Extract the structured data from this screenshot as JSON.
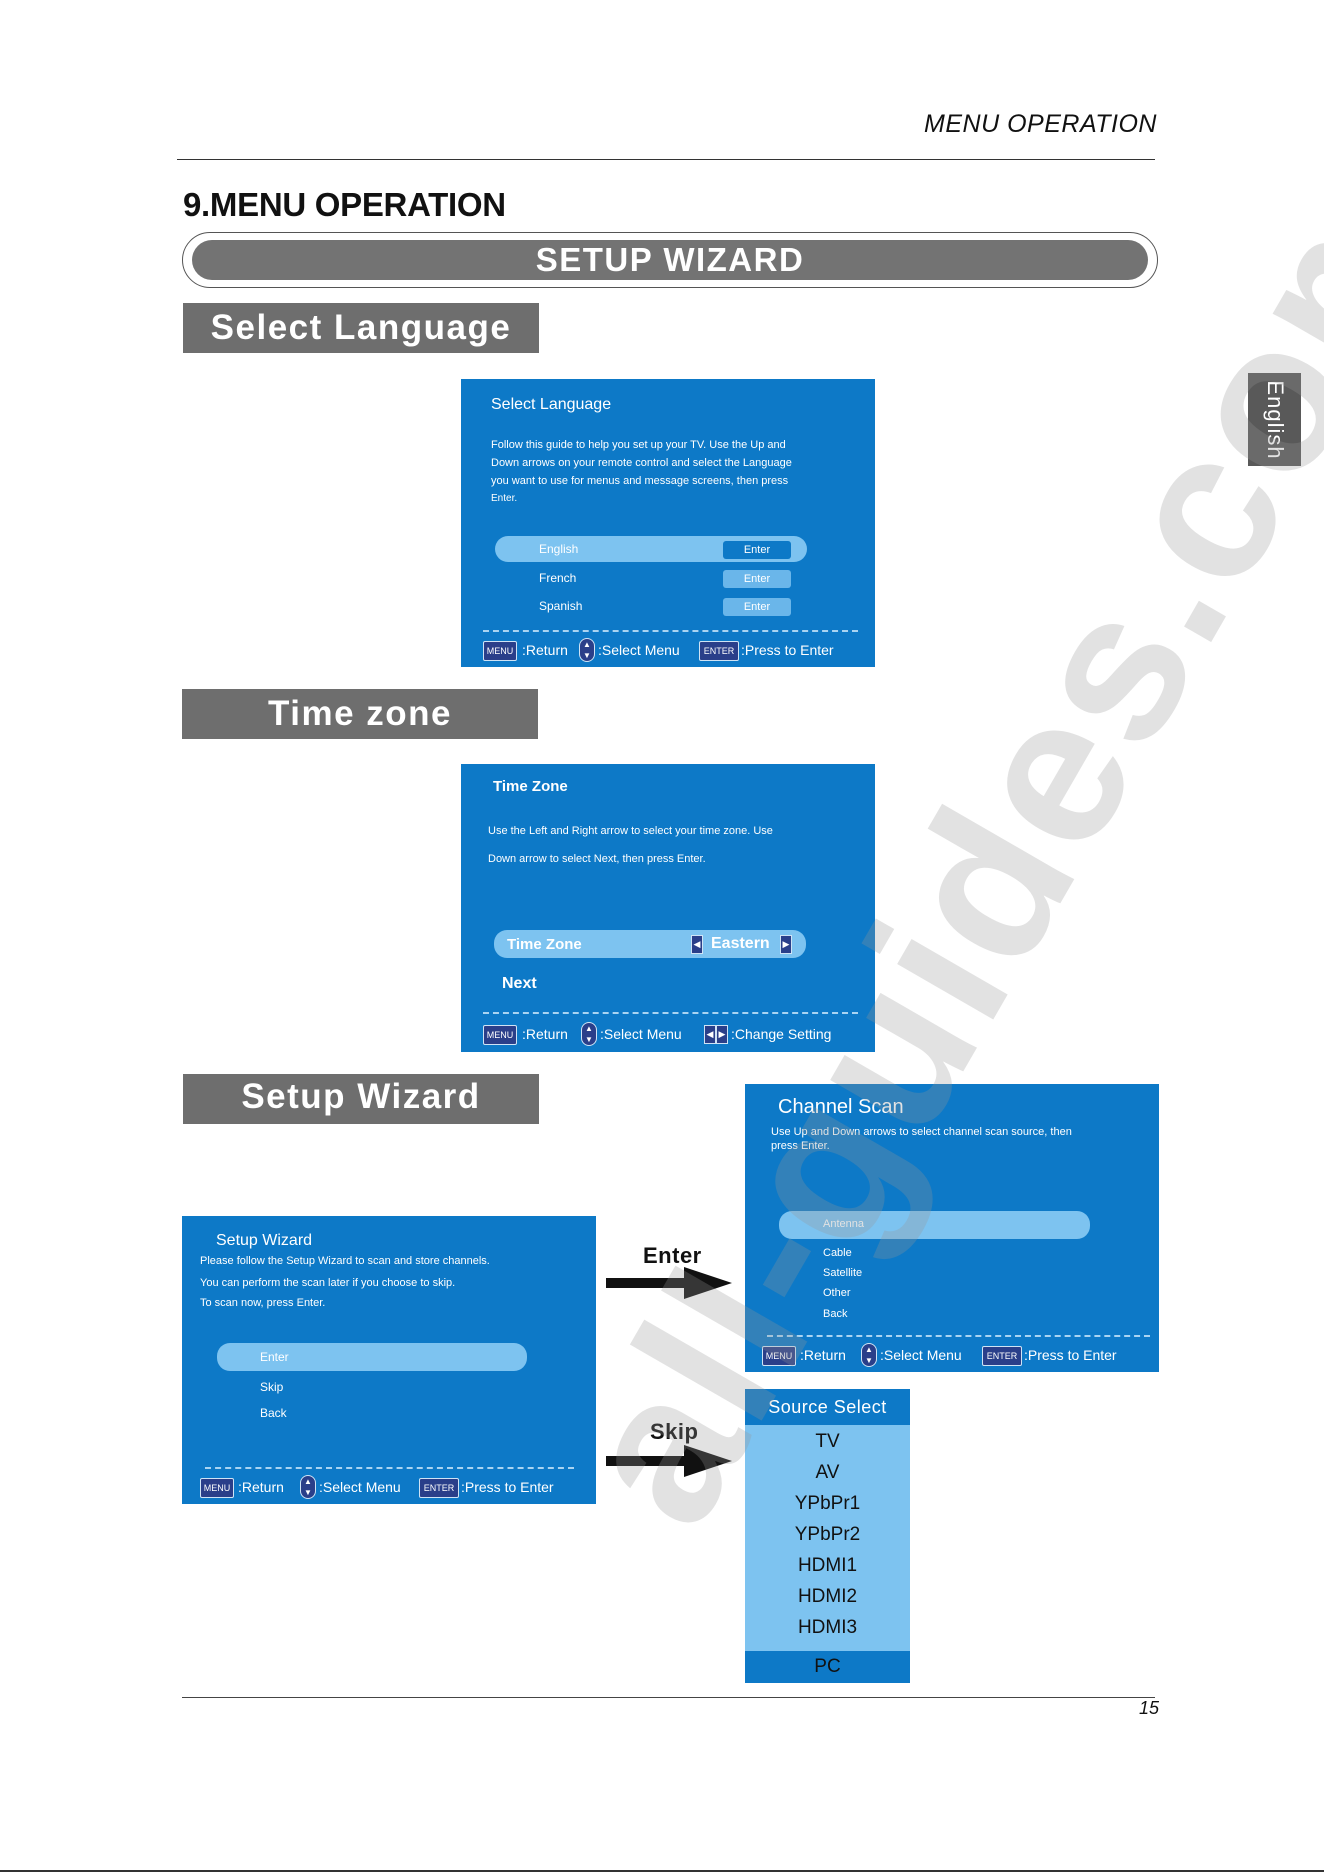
{
  "header": {
    "running_head": "MENU OPERATION",
    "section_number": "9.",
    "section_title": "MENU OPERATION"
  },
  "wizard_banner": "SETUP  WIZARD",
  "side_tab": "English",
  "sections": {
    "select_language": "Select  Language",
    "time_zone": "Time zone",
    "setup_wizard": "Setup Wizard"
  },
  "lang_screen": {
    "title": "Select  Language",
    "description": [
      "Follow this guide to help you set up your TV. Use the Up and",
      "Down arrows on your remote control and select the Language",
      "you want to use for menus and message screens, then press",
      "Enter."
    ],
    "options": [
      {
        "label": "English",
        "button": "Enter"
      },
      {
        "label": "French",
        "button": "Enter"
      },
      {
        "label": "Spanish",
        "button": "Enter"
      }
    ],
    "footer": {
      "menu_key": "MENU",
      "return": ":Return",
      "select": ":Select Menu",
      "enter_key": "ENTER",
      "enter": ":Press to Enter"
    }
  },
  "tz_screen": {
    "title": "Time Zone",
    "description": [
      "Use the Left and Right arrow to select your time zone. Use",
      "Down arrow to select Next, then press Enter."
    ],
    "row_label": "Time Zone",
    "row_value": "Eastern",
    "next": "Next",
    "footer": {
      "menu_key": "MENU",
      "return": ":Return",
      "select": ":Select Menu",
      "change": ":Change Setting"
    }
  },
  "wizard_screen": {
    "title": "Setup Wizard",
    "description": [
      "Please follow the Setup Wizard to scan and store channels.",
      "You can perform the scan later if you choose to skip.",
      "To scan now, press Enter."
    ],
    "options": [
      "Enter",
      "Skip",
      "Back"
    ],
    "footer": {
      "menu_key": "MENU",
      "return": ":Return",
      "select": ":Select Menu",
      "enter_key": "ENTER",
      "enter": ":Press to Enter"
    }
  },
  "arrows": {
    "enter": "Enter",
    "skip": "Skip"
  },
  "scan_screen": {
    "title": "Channel Scan",
    "description": [
      "Use Up and Down arrows to select channel scan source, then",
      "press Enter."
    ],
    "options": [
      "Antenna",
      "Cable",
      "Satellite",
      "Other",
      "Back"
    ],
    "footer": {
      "menu_key": "MENU",
      "return": ":Return",
      "select": ":Select Menu",
      "enter_key": "ENTER",
      "enter": ":Press to Enter"
    }
  },
  "source_select": {
    "title": "Source Select",
    "items": [
      "TV",
      "AV",
      "YPbPr1",
      "YPbPr2",
      "HDMI1",
      "HDMI2",
      "HDMI3"
    ],
    "selected": "PC"
  },
  "page_number": "15",
  "watermark": "all-guides.com",
  "colors": {
    "screen_blue": "#0d79c7",
    "highlight": "#7dc3f0",
    "banner_gray": "#6e6e6e"
  }
}
